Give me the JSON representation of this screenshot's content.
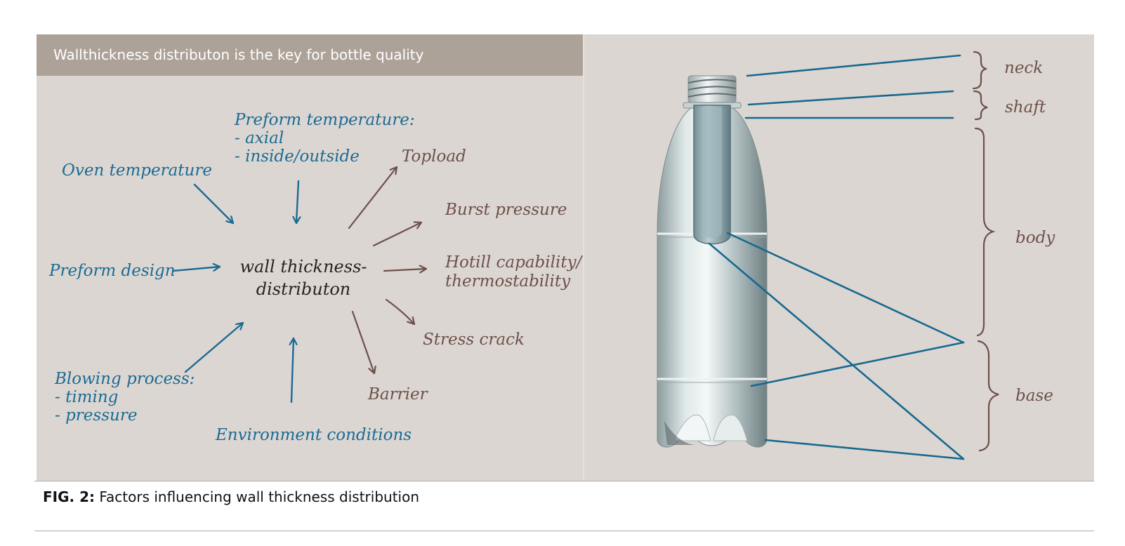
{
  "header": {
    "title": "Wallthickness distributon is the key for bottle quality"
  },
  "center": {
    "line1": "wall thickness-",
    "line2": "distributon"
  },
  "inputs": {
    "oven_temperature": "Oven temperature",
    "preform_temperature": {
      "title": "Preform temperature:",
      "item1": "- axial",
      "item2": "- inside/outside"
    },
    "preform_design": "Preform design",
    "blowing_process": {
      "title": "Blowing process:",
      "item1": "- timing",
      "item2": "- pressure"
    },
    "environment_conditions": "Environment conditions"
  },
  "outputs": {
    "topload": "Topload",
    "burst_pressure": "Burst pressure",
    "hotfill": {
      "line1": "Hotill capability/",
      "line2": "thermostability"
    },
    "stress_crack": "Stress crack",
    "barrier": "Barrier"
  },
  "bottle_zones": {
    "neck": "neck",
    "shaft": "shaft",
    "body": "body",
    "base": "base"
  },
  "caption": {
    "label": "FIG. 2:",
    "text": " Factors influencing wall thickness distribution"
  },
  "colors": {
    "panel": "#dcd6d2",
    "header": "#ada298",
    "input_blue": "#1a6b93",
    "output_brown": "#6e504a",
    "center_text": "#2a2220",
    "leader_line": "#17698f"
  }
}
